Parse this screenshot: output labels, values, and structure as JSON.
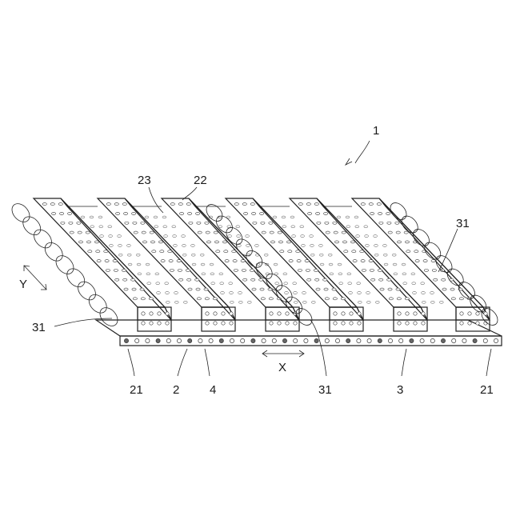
{
  "figure": {
    "reference_numerals": {
      "assembly": "1",
      "sheet_top_mid": "22",
      "sheet_top_left": "23",
      "coil_right": "31",
      "coil_left": "31",
      "coil_center": "31",
      "edge_left": "21",
      "base": "2",
      "bottom_mid": "4",
      "plate_right": "3",
      "edge_right": "21"
    },
    "axes": {
      "x_label": "X",
      "y_label": "Y"
    }
  }
}
